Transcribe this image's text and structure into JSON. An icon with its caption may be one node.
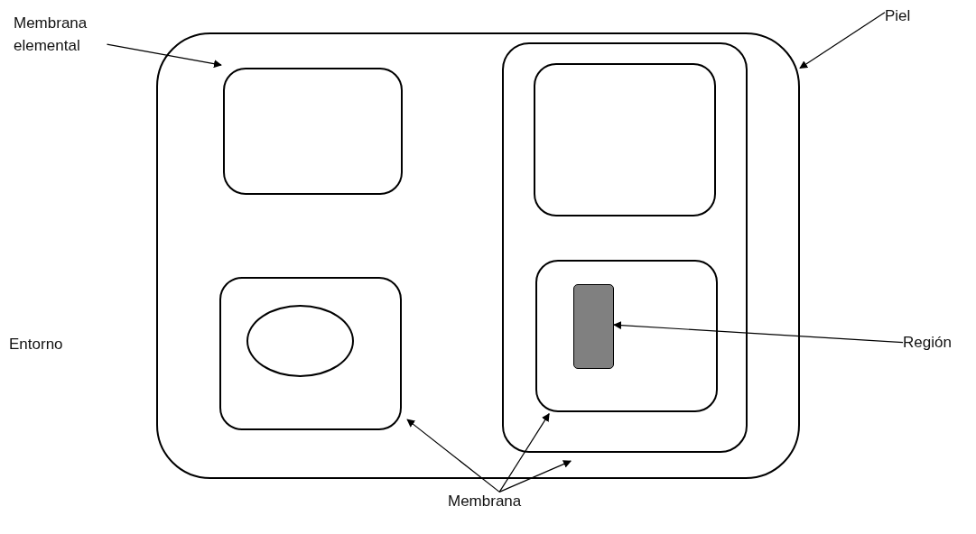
{
  "diagram": {
    "nodes": [
      {
        "text": [
          "Membrana elemental"
        ]
      },
      {
        "text": [
          "Piel"
        ]
      },
      {
        "text": [],
        "shape": "box"
      },
      {
        "text": [],
        "shape": "box",
        "in": 2
      },
      {
        "text": [],
        "shape": "box",
        "in": 2
      },
      {
        "text": [],
        "shape": "ellipse",
        "in": 4
      },
      {
        "text": [],
        "shape": "box",
        "in": 2
      },
      {
        "text": [],
        "shape": "box",
        "in": 6
      },
      {
        "text": [],
        "shape": "box",
        "in": 6
      },
      {
        "text": [],
        "shape": "bar",
        "in": 8
      },
      {
        "text": [
          "Región"
        ]
      },
      {
        "text": [
          "Membrana"
        ]
      }
    ],
    "edges": [
      {
        "from": 0,
        "to": 3,
        "arrow": "to"
      },
      {
        "from": 1,
        "to": 2,
        "arrow": "to"
      },
      {
        "from": 10,
        "to": 9,
        "arrow": "to"
      },
      {
        "from": 11,
        "to": 4,
        "arrow": "to"
      },
      {
        "from": 11,
        "to": 8,
        "arrow": "to"
      },
      {
        "from": 11,
        "to": 6,
        "arrow": "to"
      }
    ],
    "labels": [
      "Entorno"
    ]
  }
}
